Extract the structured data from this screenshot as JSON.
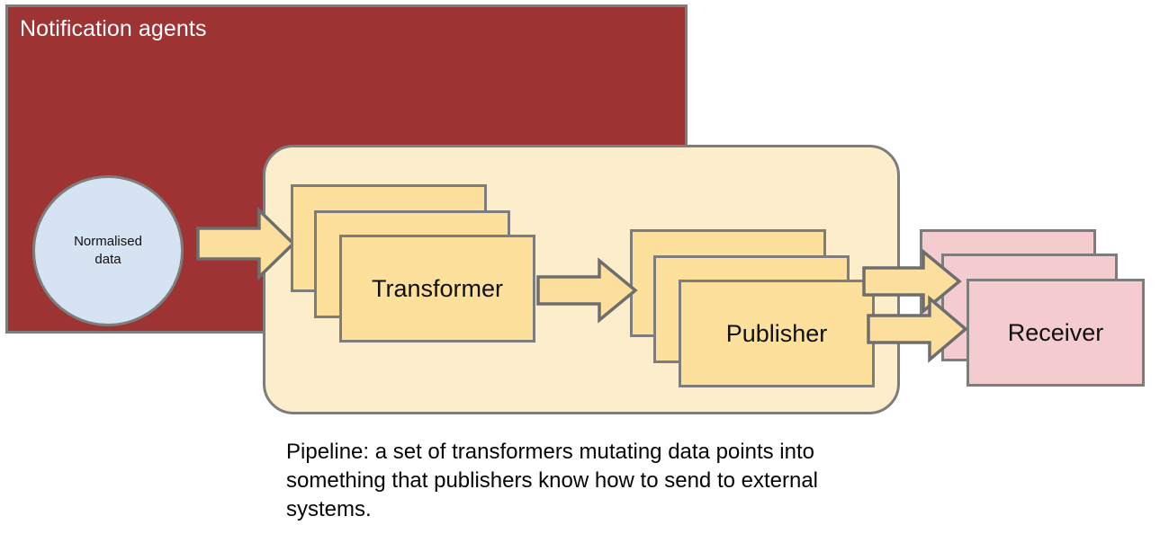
{
  "diagram": {
    "agents_container": {
      "title": "Notification agents",
      "fill": "#9e3333",
      "border": "#7d7d7d",
      "title_color": "#ffffff"
    },
    "source_node": {
      "label_line1": "Normalised",
      "label_line2": "data",
      "fill": "#d6e3f3",
      "border": "#7d7d7d"
    },
    "pipeline_container": {
      "fill": "#fdeecb",
      "border": "#7d7d7d"
    },
    "stages": [
      {
        "id": "transformer",
        "label": "Transformer",
        "count": 3,
        "fill": "#fce09b",
        "border": "#7d7d7d"
      },
      {
        "id": "publisher",
        "label": "Publisher",
        "count": 3,
        "fill": "#fce09b",
        "border": "#7d7d7d"
      },
      {
        "id": "receiver",
        "label": "Receiver",
        "count": 3,
        "fill": "#f4ccd0",
        "border": "#7d7d7d"
      }
    ],
    "arrows": {
      "fill": "#fcdf9c",
      "border": "#6e6e6e",
      "items": [
        {
          "id": "intake",
          "from": "normalised-data",
          "to": "transformer"
        },
        {
          "id": "transform-out",
          "from": "transformer",
          "to": "publisher"
        },
        {
          "id": "publish-out-1",
          "from": "publisher",
          "to": "receiver"
        },
        {
          "id": "publish-out-2",
          "from": "publisher",
          "to": "receiver"
        }
      ]
    },
    "caption": "Pipeline: a set of transformers mutating data points into something that publishers know how to send to external systems."
  }
}
